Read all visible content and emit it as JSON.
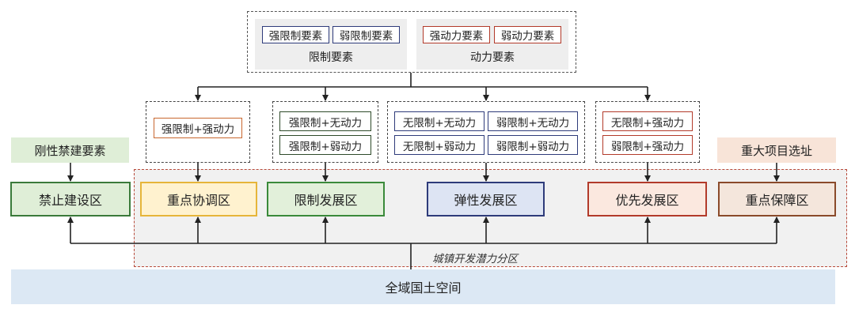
{
  "top": {
    "limit_label": "限制要素",
    "power_label": "动力要素",
    "strong_limit": "强限制要素",
    "weak_limit": "弱限制要素",
    "strong_power": "强动力要素",
    "weak_power": "弱动力要素"
  },
  "combos": {
    "c1": [
      "强限制+强动力"
    ],
    "c2": [
      "强限制+无动力",
      "强限制+弱动力"
    ],
    "c3": [
      "无限制+无动力",
      "弱限制+无动力",
      "无限制+弱动力",
      "弱限制+弱动力"
    ],
    "c4": [
      "无限制+强动力",
      "弱限制+强动力"
    ]
  },
  "side": {
    "rigid_factor": "刚性禁建要素",
    "major_project": "重大项目选址"
  },
  "zones": {
    "forbidden": "禁止建设区",
    "coord": "重点协调区",
    "restrict": "限制发展区",
    "elastic": "弹性发展区",
    "priority": "优先发展区",
    "guarantee": "重点保障区"
  },
  "potential_label": "城镇开发潜力分区",
  "ground_label": "全域国土空间",
  "colors": {
    "limit_border": "#2e3b7a",
    "power_border": "#b23a2a",
    "zone_dashed": "#b84a3a",
    "ground_fill": "#dce8f4"
  }
}
